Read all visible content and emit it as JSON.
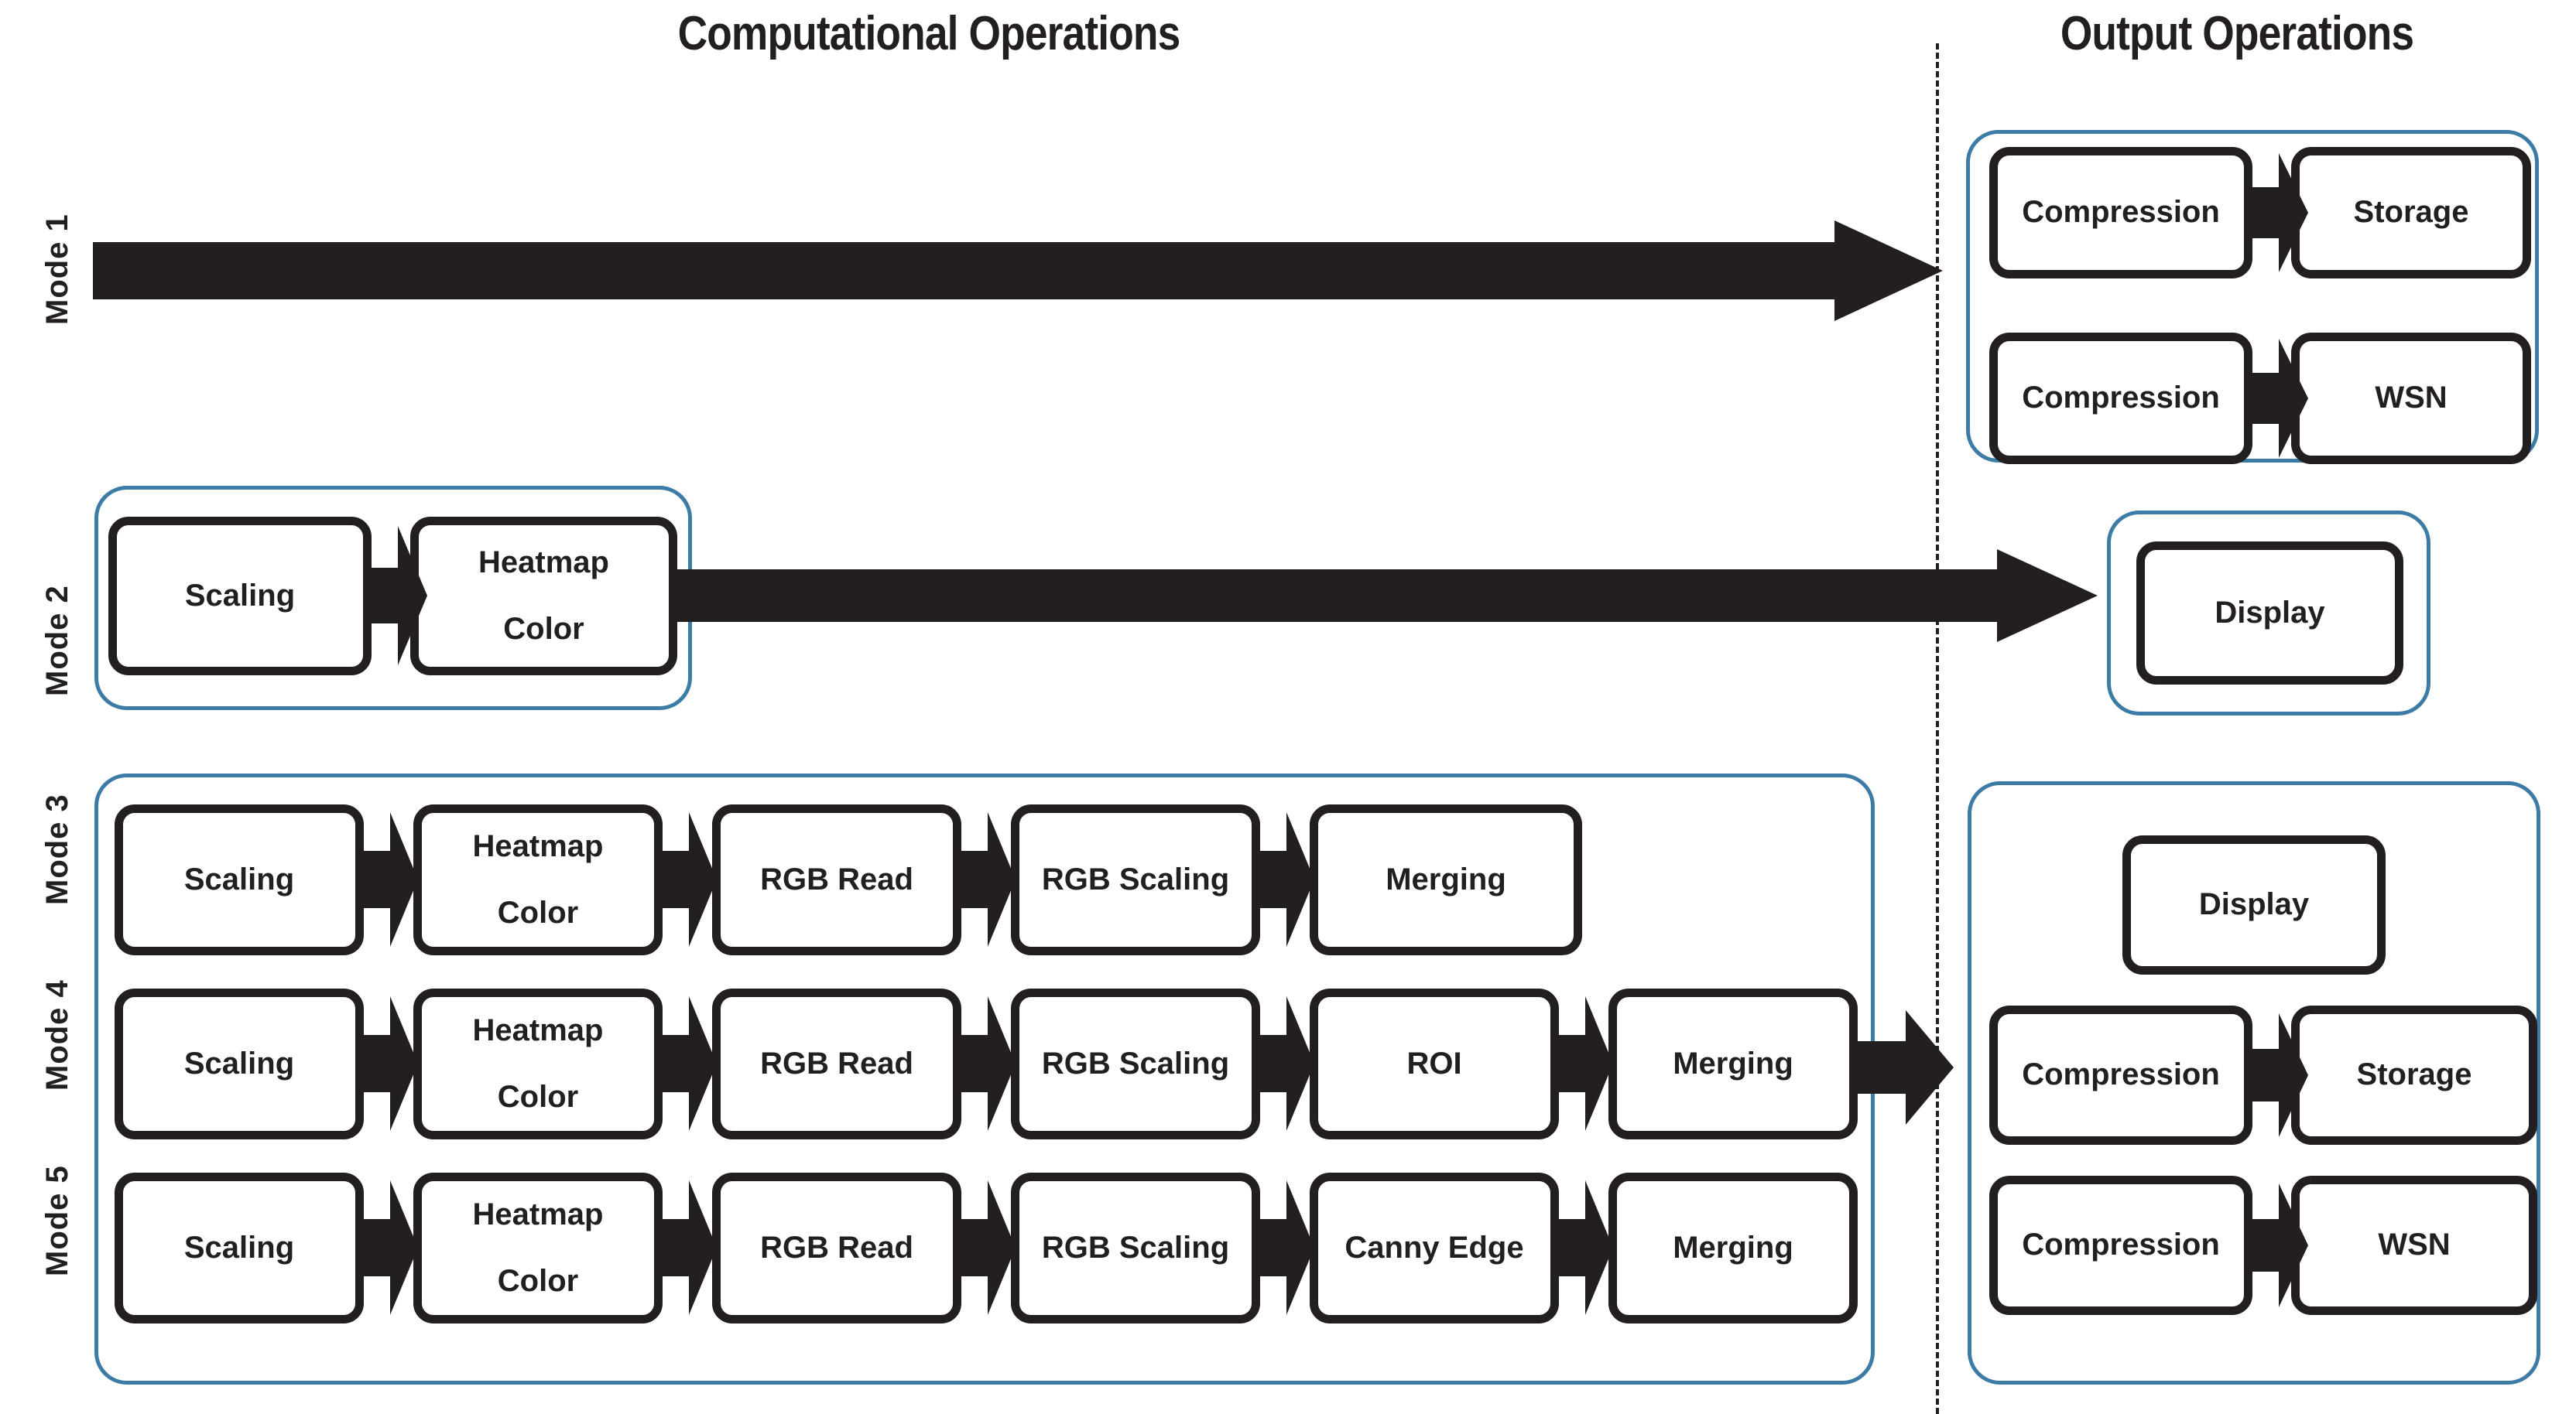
{
  "titles": {
    "computational": "Computational Operations",
    "output": "Output Operations"
  },
  "colors": {
    "group_border": "#3c7ba6",
    "box_border": "#231f20",
    "arrow": "#231f20",
    "divider": "#231f20",
    "background": "#ffffff"
  },
  "mode_labels": {
    "mode1": "Mode 1",
    "mode2": "Mode 2",
    "mode3": "Mode 3",
    "mode4": "Mode 4",
    "mode5": "Mode 5"
  },
  "computational": {
    "mode1": {
      "boxes": [],
      "note": "direct pass-through arrow, no computational operations"
    },
    "mode2": {
      "boxes": [
        "Scaling",
        "Heatmap\nColor"
      ]
    },
    "mode3": {
      "boxes": [
        "Scaling",
        "Heatmap Color",
        "RGB Read",
        "RGB Scaling",
        "Merging"
      ]
    },
    "mode4": {
      "boxes": [
        "Scaling",
        "Heatmap Color",
        "RGB Read",
        "RGB Scaling",
        "ROI",
        "Merging"
      ]
    },
    "mode5": {
      "boxes": [
        "Scaling",
        "Heatmap Color",
        "RGB Read",
        "RGB Scaling",
        "Canny Edge",
        "Merging"
      ]
    }
  },
  "output": {
    "group_top": {
      "rows": [
        [
          "Compression",
          "Storage"
        ],
        [
          "Compression",
          "WSN"
        ]
      ]
    },
    "group_mid": {
      "rows": [
        [
          "Display"
        ]
      ]
    },
    "group_bottom": {
      "rows": [
        [
          "Display"
        ],
        [
          "Compression",
          "Storage"
        ],
        [
          "Compression",
          "WSN"
        ]
      ]
    }
  },
  "labels": {
    "scaling": "Scaling",
    "heatmap_line1": "Heatmap",
    "heatmap_line2": "Color",
    "rgb_read": "RGB Read",
    "rgb_scaling": "RGB Scaling",
    "merging": "Merging",
    "roi": "ROI",
    "canny_edge": "Canny Edge",
    "compression": "Compression",
    "storage": "Storage",
    "wsn": "WSN",
    "display": "Display"
  }
}
